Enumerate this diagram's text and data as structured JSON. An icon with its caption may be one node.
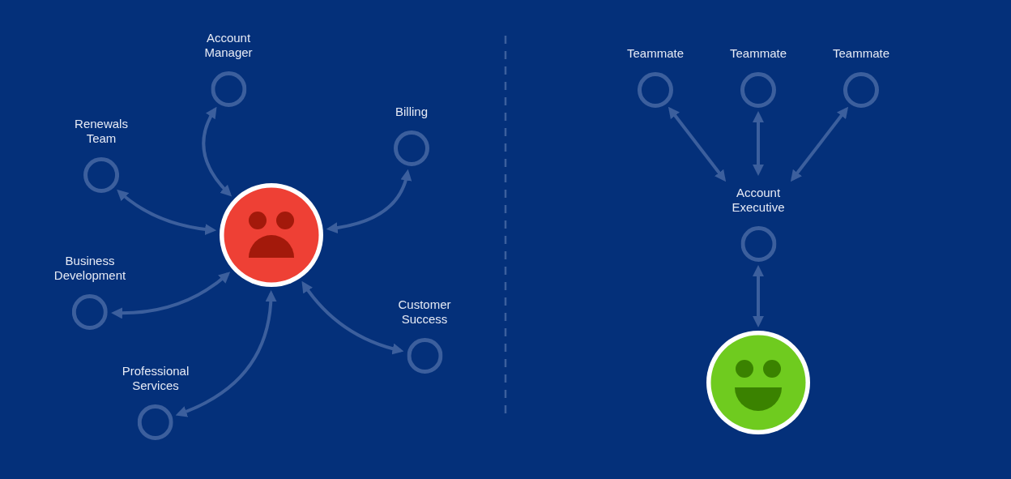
{
  "diagram": {
    "nodes": [
      {
        "text": [
          "Account Manager"
        ]
      },
      {
        "text": [
          "Renewals Team"
        ]
      },
      {
        "text": [
          "Billing"
        ]
      },
      {
        "text": [],
        "shape": "picture"
      },
      {
        "text": [
          "Business Development"
        ]
      },
      {
        "text": [
          "Customer Success"
        ]
      },
      {
        "text": [
          "Professional Services"
        ]
      },
      {
        "text": [
          "Teammate"
        ]
      },
      {
        "text": [
          "Teammate"
        ]
      },
      {
        "text": [
          "Teammate"
        ]
      },
      {
        "text": [
          "Account Executive"
        ]
      },
      {
        "text": [],
        "shape": "picture"
      }
    ],
    "edges": [
      {
        "from": 3,
        "to": 0,
        "arrow": "both"
      },
      {
        "from": 3,
        "to": 1,
        "arrow": "both"
      },
      {
        "from": 3,
        "to": 2,
        "arrow": "both"
      },
      {
        "from": 3,
        "to": 4,
        "arrow": "both"
      },
      {
        "from": 3,
        "to": 5,
        "arrow": "both"
      },
      {
        "from": 3,
        "to": 6,
        "arrow": "both"
      },
      {
        "from": 10,
        "to": 7,
        "arrow": "both"
      },
      {
        "from": 10,
        "to": 8,
        "arrow": "both"
      },
      {
        "from": 10,
        "to": 9,
        "arrow": "both"
      },
      {
        "from": 10,
        "to": 11,
        "arrow": "both"
      }
    ]
  }
}
